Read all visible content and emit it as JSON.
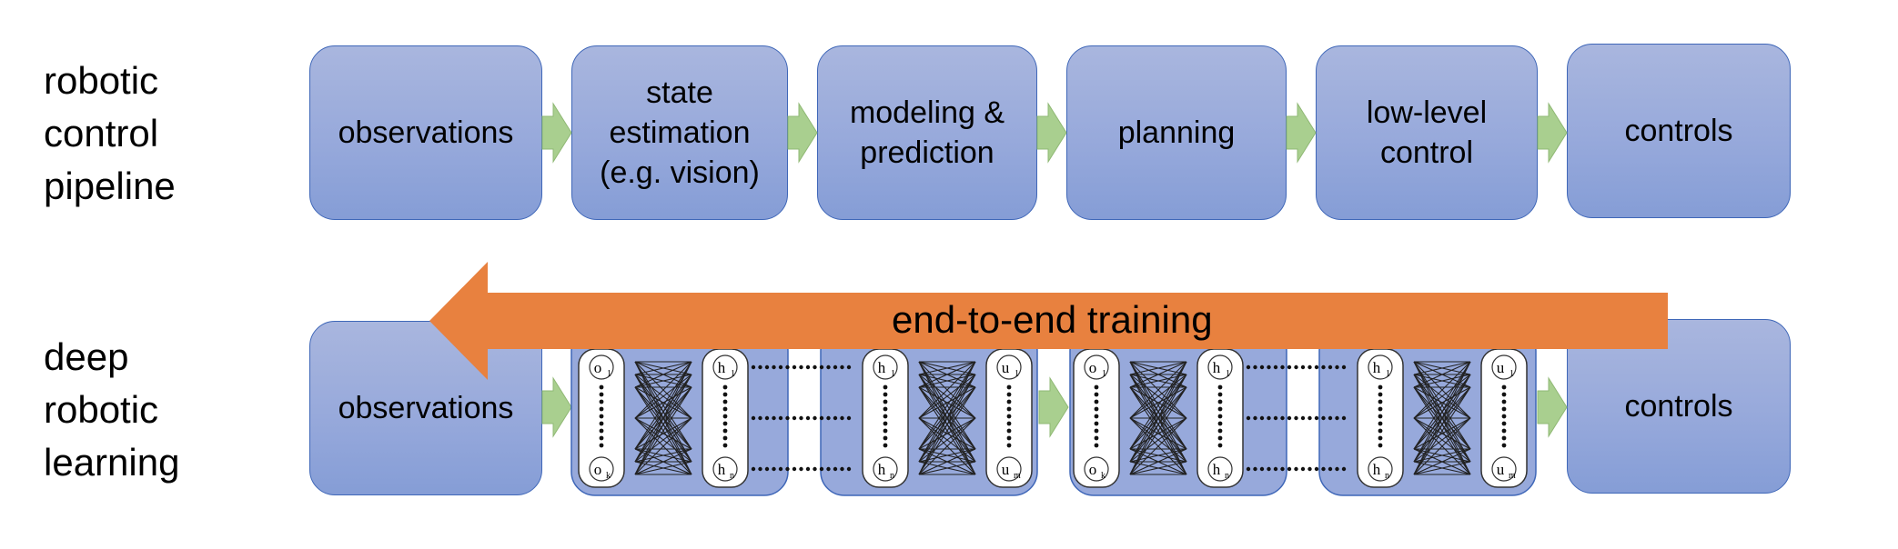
{
  "rows": [
    {
      "label": [
        "robotic",
        "control",
        "pipeline"
      ],
      "stages": [
        [
          "observations"
        ],
        [
          "state",
          "estimation",
          "(e.g. vision)"
        ],
        [
          "modeling &",
          "prediction"
        ],
        [
          "planning"
        ],
        [
          "low-level",
          "control"
        ],
        [
          "controls"
        ]
      ]
    },
    {
      "label": [
        "deep",
        "robotic",
        "learning"
      ],
      "stages": [
        [
          "observations"
        ],
        [
          "controls"
        ]
      ],
      "network_blocks": [
        {
          "input": [
            "o",
            "1",
            "o",
            "k"
          ],
          "hidden": [
            "h",
            "1",
            "h",
            "n"
          ],
          "output": [
            "h",
            "1",
            "h",
            "n"
          ],
          "final": [
            "u",
            "1",
            "u",
            "m"
          ]
        },
        {
          "input": [
            "o",
            "1",
            "o",
            "k"
          ],
          "hidden": [
            "h",
            "1",
            "h",
            "n"
          ],
          "output": [
            "h",
            "1",
            "h",
            "n"
          ],
          "final": [
            "u",
            "1",
            "u",
            "m"
          ]
        }
      ]
    }
  ],
  "banner": {
    "text": "end-to-end training",
    "color": "#e8813f"
  },
  "colors": {
    "stage_fill": "#97a9db",
    "stage_border": "#3f67b8",
    "arrow_green": "#a9cf8f",
    "arrow_green_border": "#8fb874"
  }
}
